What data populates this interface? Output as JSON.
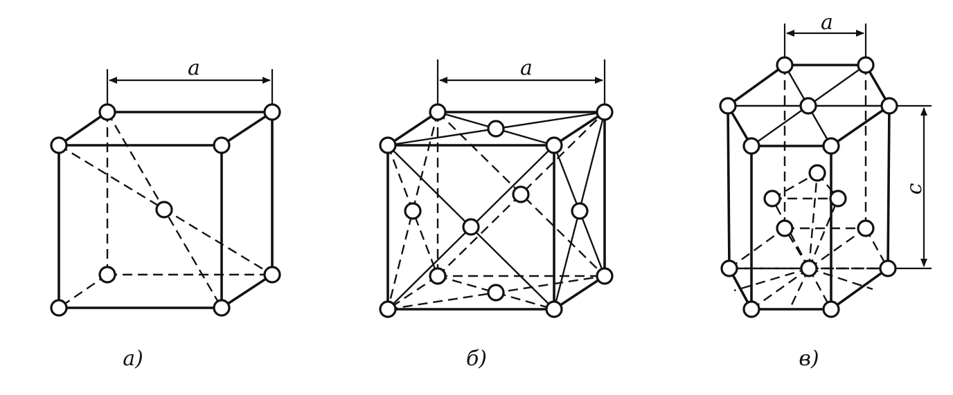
{
  "figures": [
    {
      "id": "bcc",
      "dimension_label": "a",
      "caption": "а)"
    },
    {
      "id": "fcc",
      "dimension_label": "a",
      "caption": "б)"
    },
    {
      "id": "hcp",
      "dimension_label_horizontal": "a",
      "dimension_label_vertical": "c",
      "caption": "в)"
    }
  ],
  "colors": {
    "line": "#111111",
    "atom_fill": "#ffffff",
    "background": "#ffffff"
  }
}
